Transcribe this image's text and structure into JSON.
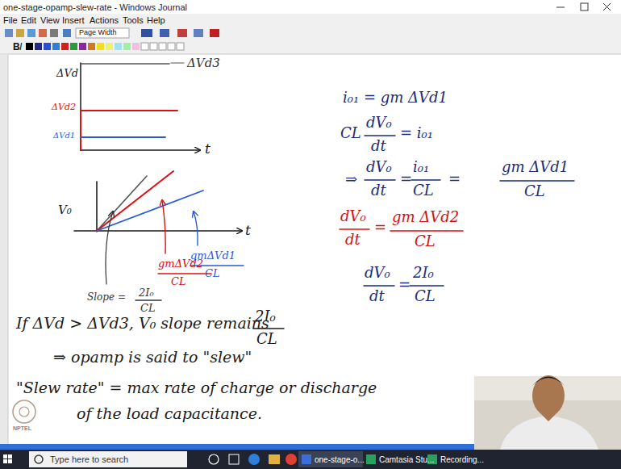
{
  "diagram": {
    "labels": [
      "one-stage-opamp-slew-rate - Windows Journal",
      "File",
      "Edit",
      "View",
      "Insert",
      "Actions",
      "Tools",
      "Help",
      "Page Width",
      "B",
      "I",
      "ΔVd",
      "ΔVd3",
      "ΔVd2",
      "ΔVd1",
      "t",
      "V₀",
      "t",
      "Slope =",
      "2I₀",
      "CL",
      "gmΔVd2",
      "CL",
      "gmΔVd1",
      "CL",
      "i₀₁ = gm ΔVd1",
      "CL",
      "dV₀",
      "dt",
      "= i₀₁",
      "⇒",
      "dV₀",
      "dt",
      "=",
      "i₀₁",
      "CL",
      "=",
      "gm ΔVd1",
      "CL",
      "dV₀",
      "dt",
      "=",
      "gm ΔVd2",
      "CL",
      "dV₀",
      "dt",
      "=",
      "2I₀",
      "CL",
      "If ΔVd > ΔVd3, V₀ slope remains",
      "2I₀",
      "CL",
      "⇒ opamp is said to \"slew\"",
      "\"Slew rate\" = max rate of charge or discharge",
      "of the load capacitance.",
      "NPTEL",
      "Type here to search",
      "one-stage-o...",
      "Camtasia Stu...",
      "Recording..."
    ]
  }
}
